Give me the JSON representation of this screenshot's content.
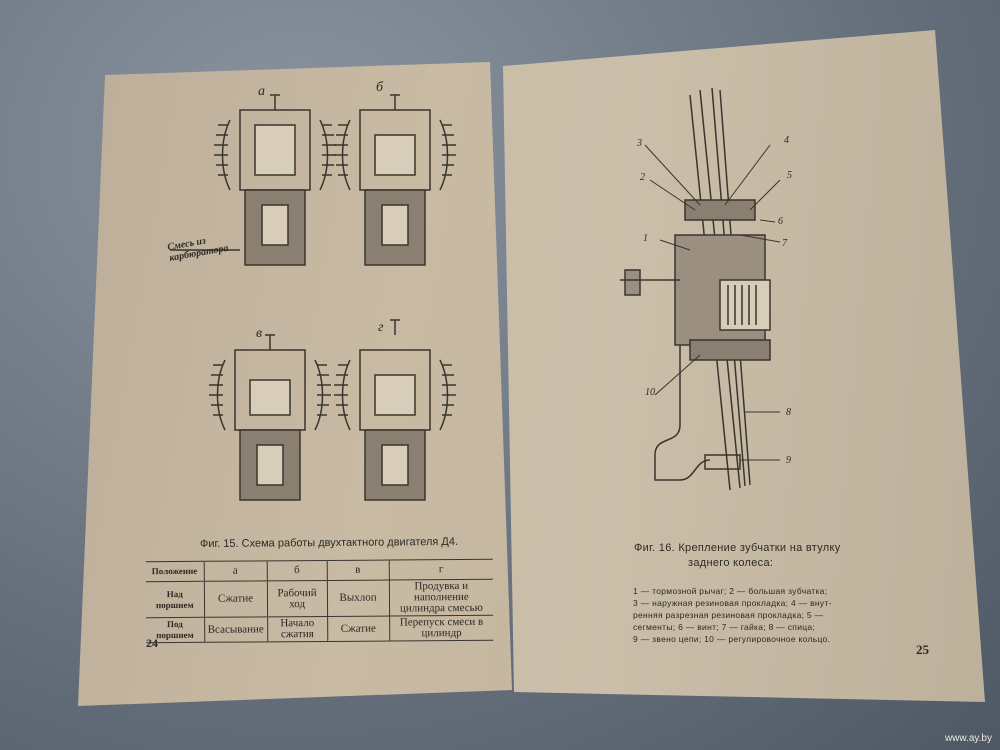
{
  "left_page": {
    "figure_labels": [
      "а",
      "б",
      "в",
      "г"
    ],
    "annotation": "Смесь из карбюратора",
    "caption": "Фиг. 15. Схема работы двухтактного двигателя Д4.",
    "table": {
      "headers": [
        "Положение",
        "а",
        "б",
        "в",
        "г"
      ],
      "rows": [
        [
          "Над поршнем",
          "Сжатие",
          "Рабочий ход",
          "Выхлоп",
          "Продувка и наполнение цилиндра смесью"
        ],
        [
          "Под поршнем",
          "Всасывание",
          "Начало сжатия",
          "Сжатие",
          "Перепуск смеси в цилиндр"
        ]
      ]
    },
    "page_number": "24"
  },
  "right_page": {
    "callouts": [
      "1",
      "2",
      "3",
      "4",
      "5",
      "6",
      "7",
      "8",
      "9",
      "10"
    ],
    "caption_line1": "Фиг. 16. Крепление зубчатки на втулку",
    "caption_line2": "заднего колеса:",
    "legend": [
      "1 — тормозной рычаг; 2 — большая зубчатка;",
      "3 — наружная резиновая прокладка; 4 — внут-",
      "ренняя разрезная резиновая прокладка; 5 —",
      "сегменты; 6 — винт; 7 — гайка; 8 — спица;",
      "9 — звено цепи; 10 — регулировочное кольцо."
    ],
    "page_number": "25"
  },
  "watermark": "www.ay.by"
}
